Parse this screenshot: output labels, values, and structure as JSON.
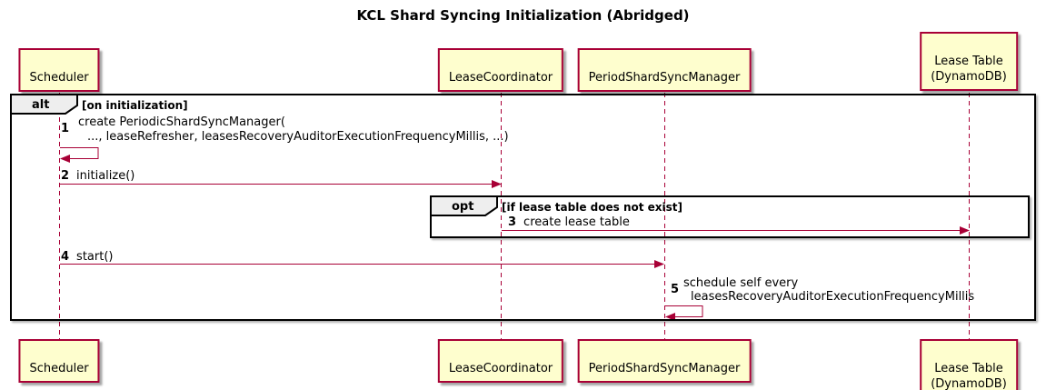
{
  "title": "KCL Shard Syncing Initialization (Abridged)",
  "colors": {
    "participant-fill": "#FEFECE",
    "participant-border": "#A80036",
    "arrow": "#A80036",
    "lifeline": "#A80036",
    "frame-border": "#000000",
    "frame-label-fill": "#EEEEEE",
    "text": "#000000"
  },
  "participants": [
    {
      "name": "scheduler",
      "label": "Scheduler"
    },
    {
      "name": "lease-coordinator",
      "label": "LeaseCoordinator"
    },
    {
      "name": "period-shard-sync-manager",
      "label": "PeriodShardSyncManager"
    },
    {
      "name": "lease-table",
      "label": "Lease Table\n(DynamoDB)"
    }
  ],
  "frames": {
    "alt": {
      "label": "alt",
      "condition": "[on initialization]"
    },
    "opt": {
      "label": "opt",
      "condition": "[if lease table does not exist]"
    }
  },
  "messages": {
    "m1": {
      "num": "1",
      "line1": "create PeriodicShardSyncManager(",
      "line2": "..., leaseRefresher, leasesRecoveryAuditorExecutionFrequencyMillis, ...)"
    },
    "m2": {
      "num": "2",
      "text": "initialize()"
    },
    "m3": {
      "num": "3",
      "text": "create lease table"
    },
    "m4": {
      "num": "4",
      "text": "start()"
    },
    "m5": {
      "num": "5",
      "line1": "schedule self every",
      "line2": "leasesRecoveryAuditorExecutionFrequencyMillis"
    }
  }
}
